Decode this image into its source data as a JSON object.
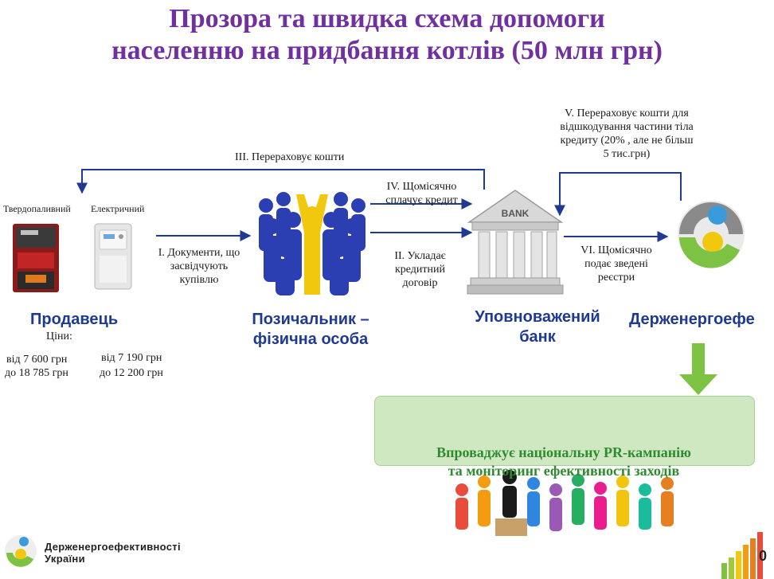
{
  "title": {
    "line1": "Прозора та швидка схема допомоги",
    "line2": "населенню на придбання котлів (50 млн грн)"
  },
  "sellers": {
    "solid_fuel_label": "Твердопаливний",
    "electric_label": "Електричний",
    "name": "Продавець",
    "prices_label": "Ціни:",
    "solid_price_from": "від 7 600 грн",
    "solid_price_to": "до 18 785 грн",
    "electric_price_from": "від 7 190 грн",
    "electric_price_to": "до 12 200 грн"
  },
  "borrower": {
    "line1": "Позичальник –",
    "line2": "фізична особа"
  },
  "bank": {
    "sign": "BANK",
    "line1": "Уповноважений",
    "line2": "банк"
  },
  "agency": {
    "name": "Держенергоефе"
  },
  "steps": {
    "s1": [
      "I. Документи, що",
      "засвідчують",
      "купівлю"
    ],
    "s2": [
      "II. Укладає",
      "кредитний",
      "договір"
    ],
    "s3": "III. Перераховує кошти",
    "s4": [
      "IV. Щомісячно",
      "сплачує кредит"
    ],
    "s5": [
      "V. Перераховує кошти для",
      "відшкодування частини тіла",
      "кредиту  (20% , але не більш",
      "5 тис.грн)"
    ],
    "s6": [
      "VI. Щомісячно",
      "подає зведені",
      "реєстри"
    ]
  },
  "pr_campaign": {
    "line1": "Впроваджує національну PR-кампанію",
    "line2": "та моніторинг ефективності заходів"
  },
  "footer": {
    "logo_line1": "Держенергоефективності",
    "logo_line2": "України",
    "page": "0"
  },
  "colors": {
    "title": "#7030a0",
    "entity": "#1f3a93",
    "arrow": "#1f3a93",
    "green": "#7dc242",
    "pr_text": "#2e8b2e"
  }
}
